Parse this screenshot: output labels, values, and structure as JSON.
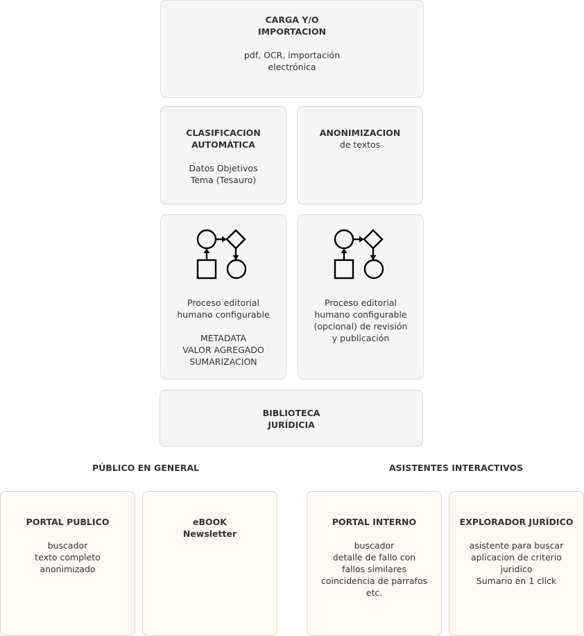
{
  "carga": {
    "title_lines": [
      "CARGA  Y/O",
      "IMPORTACION"
    ],
    "desc_lines": [
      "pdf, OCR, importación",
      "electrónica"
    ]
  },
  "clasificacion": {
    "title_lines": [
      "CLASIFICACION",
      "AUTOMÁTICA"
    ],
    "desc_lines": [
      "Datos Objetivos",
      "Tema (Tesauro)"
    ]
  },
  "anonimizacion": {
    "title": "ANONIMIZACION",
    "desc": "de textos"
  },
  "proceso_1": {
    "icon": "workflow-icon",
    "desc_lines": [
      "Proceso  editorial",
      "humano configurable"
    ],
    "extra_lines": [
      "METADATA",
      "VALOR AGREGADO",
      "SUMARIZACION"
    ]
  },
  "proceso_2": {
    "icon": "workflow-icon",
    "desc_lines": [
      "Proceso  editorial",
      "humano configurable",
      "(opcional)  de revisión",
      "y publicación"
    ]
  },
  "biblioteca": {
    "title_lines": [
      "BIBLIOTECA",
      "JURÍDICIA"
    ]
  },
  "sections": {
    "publico": "PÚBLICO EN GENERAL",
    "asistentes": "ASISTENTES INTERACTIVOS"
  },
  "portal_publico": {
    "title": "PORTAL PUBLICO",
    "desc_lines": [
      "buscador",
      "texto completo",
      "anonimizado"
    ]
  },
  "ebook": {
    "title_lines": [
      "eBOOK",
      "Newsletter"
    ]
  },
  "portal_interno": {
    "title": "PORTAL INTERNO",
    "desc_lines": [
      "buscador",
      "detalle de fallo con",
      "fallos similares",
      "coincidencia de parrafos",
      "etc."
    ]
  },
  "explorador": {
    "title": "EXPLORADOR JURÍDICO",
    "desc_lines": [
      "asistente para buscar",
      "aplicacion de criterio",
      "juridico",
      "Sumario en 1 click"
    ]
  },
  "colors": {
    "box_gray": "#f5f5f5",
    "box_warm": "#fdf9f4",
    "border": "#d9d9d9",
    "text": "#333333"
  }
}
